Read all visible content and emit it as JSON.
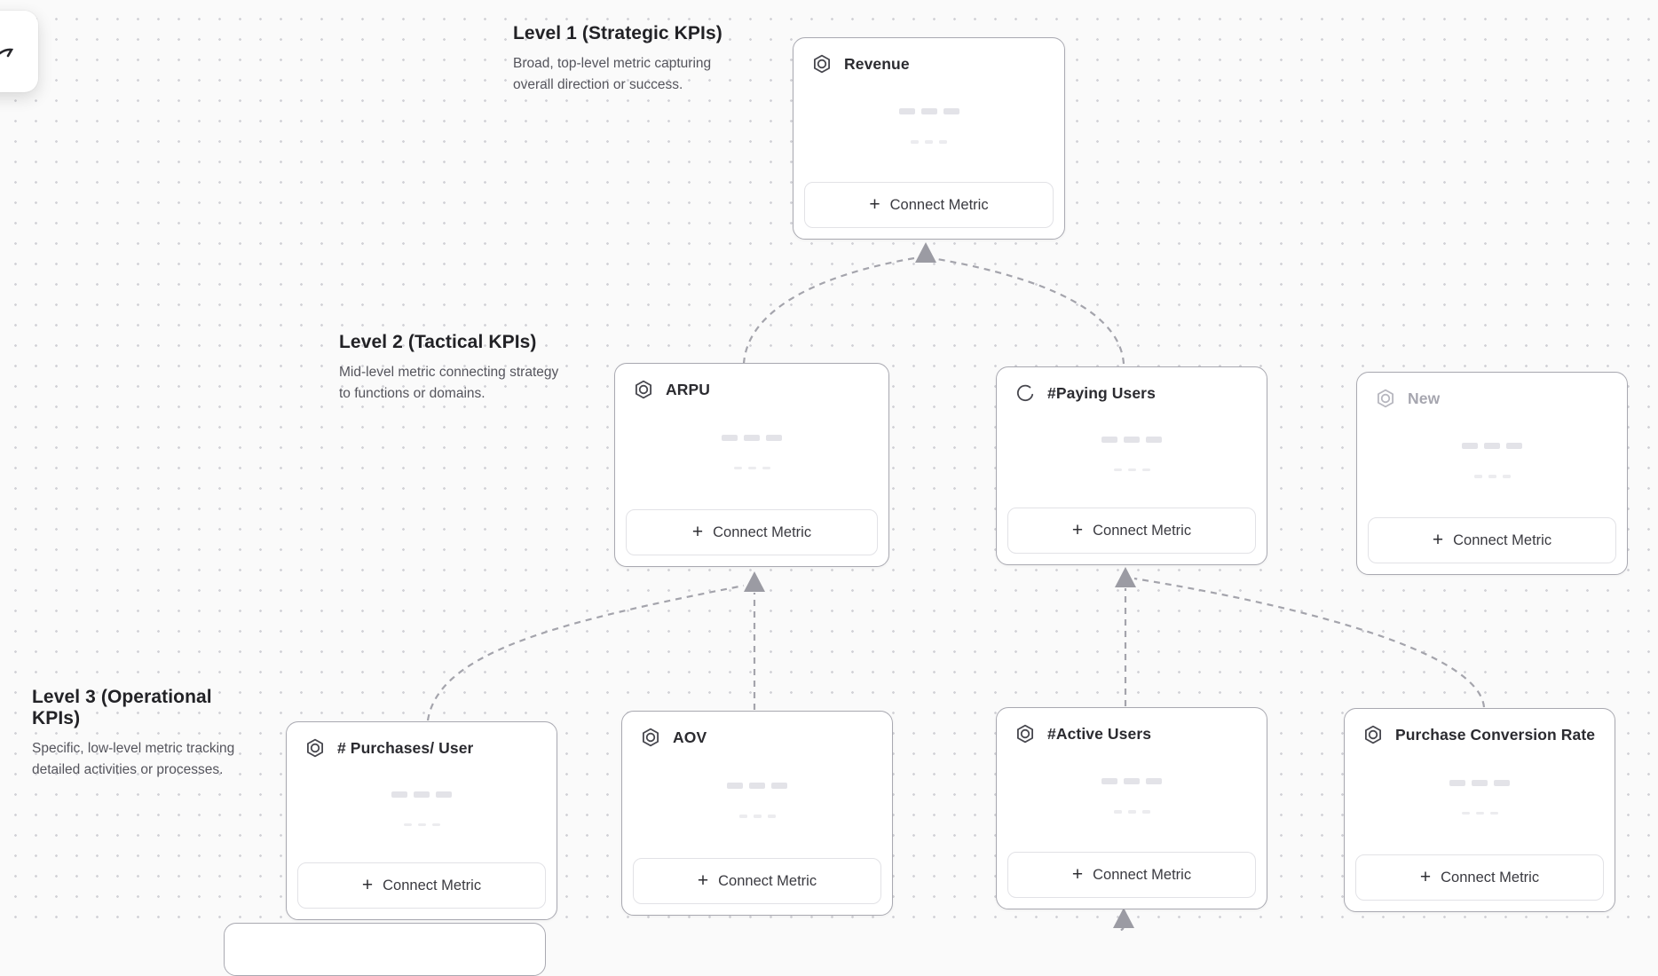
{
  "canvas": {
    "background": "#fafafa",
    "dot_color": "#d2d2d7",
    "edge_color": "#a4a4ac",
    "card_border_color": "#a9a9b1"
  },
  "toolbar": {
    "icon": "cursor-icon"
  },
  "levels": [
    {
      "title": "Level 1 (Strategic KPIs)",
      "description": "Broad, top-level metric capturing overall direction or success."
    },
    {
      "title": "Level 2 (Tactical KPIs)",
      "description": "Mid-level metric connecting strategy to functions or domains."
    },
    {
      "title": "Level 3 (Operational KPIs)",
      "description": "Specific, low-level metric tracking detailed activities or processes."
    }
  ],
  "connect_button_label": "Connect Metric",
  "connect_button_plus": "+",
  "cards": [
    {
      "id": "revenue",
      "title": "Revenue",
      "level": 1,
      "icon": "metric-hexagon-icon",
      "state": "default"
    },
    {
      "id": "arpu",
      "title": "ARPU",
      "level": 2,
      "icon": "metric-hexagon-icon",
      "state": "default"
    },
    {
      "id": "paying-users",
      "title": "#Paying Users",
      "level": 2,
      "icon": "spinner-icon",
      "state": "loading"
    },
    {
      "id": "new",
      "title": "New",
      "level": 2,
      "icon": "metric-hexagon-icon",
      "state": "draft"
    },
    {
      "id": "purchases-per-user",
      "title": "# Purchases/ User",
      "level": 3,
      "icon": "metric-hexagon-icon",
      "state": "default"
    },
    {
      "id": "aov",
      "title": "AOV",
      "level": 3,
      "icon": "metric-hexagon-icon",
      "state": "default"
    },
    {
      "id": "active-users",
      "title": "#Active Users",
      "level": 3,
      "icon": "metric-hexagon-icon",
      "state": "default"
    },
    {
      "id": "purchase-conversion-rate",
      "title": "Purchase Conversion Rate",
      "level": 3,
      "icon": "metric-hexagon-icon",
      "state": "default"
    }
  ],
  "edges": [
    {
      "from": "arpu",
      "to": "revenue"
    },
    {
      "from": "paying-users",
      "to": "revenue"
    },
    {
      "from": "purchases-per-user",
      "to": "arpu"
    },
    {
      "from": "aov",
      "to": "arpu"
    },
    {
      "from": "active-users",
      "to": "paying-users"
    },
    {
      "from": "purchase-conversion-rate",
      "to": "paying-users"
    },
    {
      "from": "offscreen",
      "to": "active-users"
    }
  ]
}
